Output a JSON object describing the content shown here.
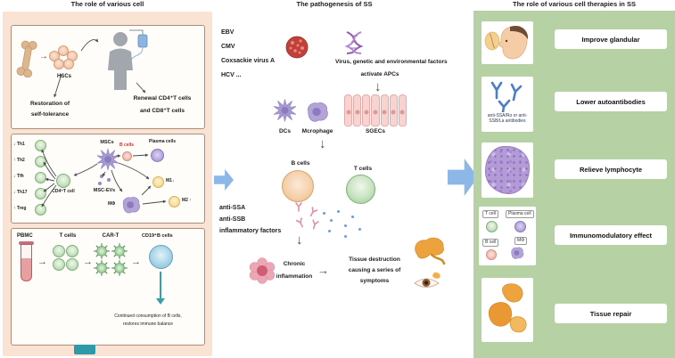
{
  "icons": {
    "right_arrow": "→",
    "down_arrow": "↓"
  },
  "colors": {
    "left_bg": "#fbe3d4",
    "right_bg": "#b6d1a4",
    "arrow_blue": "#8cb7e6"
  },
  "left": {
    "title": "The role of various cell",
    "hsc_section": {
      "hscs": "HSCs",
      "restoration1": "Restoration of",
      "restoration2": "self-tolerance",
      "renewal1": "Renewal CD4⁺T cells",
      "renewal2": "and CD8⁺T cells"
    },
    "msc_section": {
      "th_cells": [
        "↓ Th1",
        "↑ Th2",
        "↓ Tfh",
        "↓ Th17",
        "↑ Treg"
      ],
      "cd4": "CD4⁺T cell",
      "mscs": "MSCs",
      "msc_evs": "MSC-EVs",
      "b_cells": "B cells",
      "plasma_cells": "Plasma cells",
      "m1": "M1↓",
      "m2": "M2 ↑",
      "mphi": "MΦ"
    },
    "cart_section": {
      "pbmc": "PBMC",
      "t_cells": "T cells",
      "car_t": "CAR-T",
      "cd19_b": "CD19⁺B cells",
      "caption1": "Continued consumption of B cells,",
      "caption2": "restores immune balance"
    }
  },
  "middle": {
    "title": "The pathogenesis of SS",
    "viruses": [
      "EBV",
      "CMV",
      "Coxsackie virus A",
      "HCV ..."
    ],
    "factors1": "Virus, genetic and environmental factors",
    "factors2": "activate  APCs",
    "dcs": "DCs",
    "macrophage": "Mcrophage",
    "sgecs": "SGECs",
    "b_cells": "B cells",
    "t_cells": "T cells",
    "anti_ssa": "anti-SSA",
    "anti_ssb": "anti-SSB",
    "inflammatory": "inflammatory factors",
    "chronic1": "Chronic",
    "chronic2": "inflammation",
    "tissue1": "Tissue destruction",
    "tissue2": "causing a series of",
    "tissue3": "symptoms"
  },
  "right": {
    "title": "The role of various cell therapies in SS",
    "therapies": [
      "Improve glandular",
      "Lower autoantibodies",
      "Relieve lymphocyte",
      "Immunomodulatory effect",
      "Tissue repair"
    ],
    "antibody_note": "anti-SSA/Ro or anti-SSB/La antibodies",
    "legend": [
      "T cell",
      "Plasma cell",
      "B cell",
      "MΦ"
    ]
  }
}
